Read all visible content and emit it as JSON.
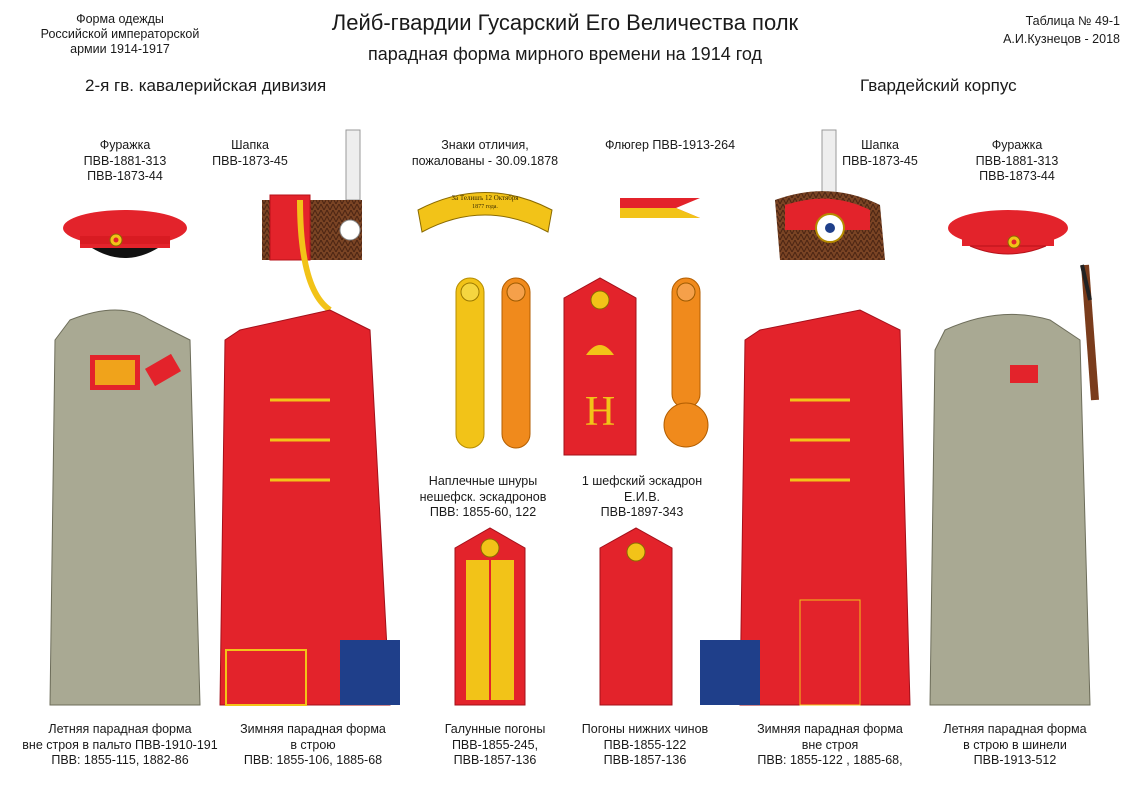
{
  "header": {
    "title": "Лейб-гвардии Гусарский Его Величества полк",
    "subtitle": "парадная форма мирного времени на 1914 год",
    "left_corner": [
      "Форма одежды",
      "Российской императорской",
      "армии 1914-1917"
    ],
    "right_corner": [
      "Таблица № 49-1",
      "А.И.Кузнецов - 2018"
    ],
    "division": "2-я гв. кавалерийская дивизия",
    "corps": "Гвардейский корпус"
  },
  "labels": {
    "cap_left": [
      "Фуражка",
      "ПВВ-1881-313",
      "ПВВ-1873-44"
    ],
    "shapka_left": [
      "Шапка",
      "ПВВ-1873-45"
    ],
    "distinction": [
      "Знаки отличия,",
      "пожалованы - 30.09.1878"
    ],
    "banner_text": [
      "За Телишъ 12 Октября",
      "1877 года."
    ],
    "pennant": [
      "Флюгер ПВВ-1913-264"
    ],
    "shapka_right": [
      "Шапка",
      "ПВВ-1873-45"
    ],
    "cap_right": [
      "Фуражка",
      "ПВВ-1881-313",
      "ПВВ-1873-44"
    ],
    "cords": [
      "Наплечные шнуры",
      "нешефск. эскадронов",
      "ПВВ: 1855-60, 122"
    ],
    "squadron1": [
      "1 шефский эскадрон",
      "Е.И.В.",
      "ПВВ-1897-343"
    ],
    "officer_shoulder": [
      "Галунные погоны",
      "ПВВ-1855-245,",
      "ПВВ-1857-136"
    ],
    "lower_shoulder": [
      "Погоны нижних чинов",
      "ПВВ-1855-122",
      "ПВВ-1857-136"
    ],
    "summer_left": [
      "Летняя парадная форма",
      "вне строя в пальто ПВВ-1910-191",
      "ПВВ: 1855-115, 1882-86"
    ],
    "winter_left": [
      "Зимняя парадная форма",
      "в строю",
      "ПВВ: 1855-106, 1885-68"
    ],
    "winter_right": [
      "Зимняя парадная форма",
      "вне строя",
      "ПВВ: 1855-122 , 1885-68,"
    ],
    "summer_right": [
      "Летняя парадная форма",
      "в строю в шинели",
      "ПВВ-1913-512"
    ]
  },
  "colors": {
    "red": "#e3232b",
    "gold": "#f2c318",
    "orange": "#f08a1c",
    "grey": "#a9a993",
    "navy": "#1f3f8a",
    "fur": "#6e3a1f"
  }
}
